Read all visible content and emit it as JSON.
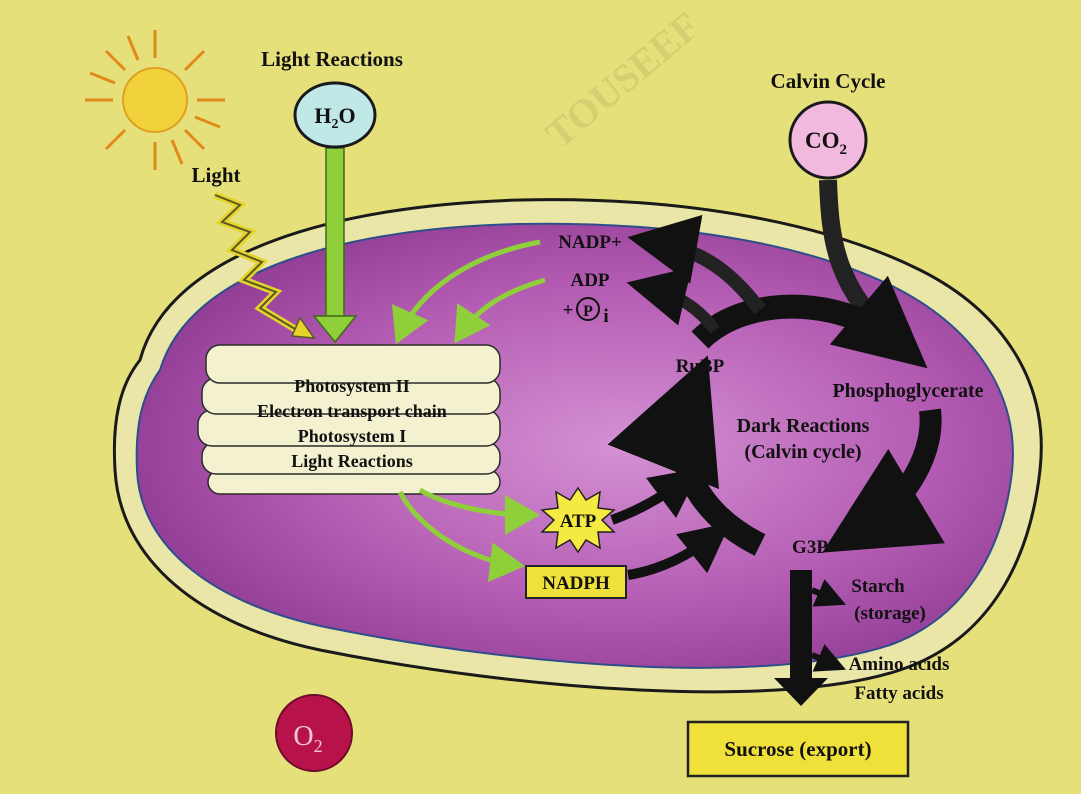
{
  "labels": {
    "light_reactions": "Light Reactions",
    "h2o_main": "H",
    "h2o_sub": "2",
    "h2o_tail": "O",
    "light": "Light",
    "calvin_cycle": "Calvin Cycle",
    "co2_main": "CO",
    "co2_sub": "2",
    "nadp_plus": "NADP+",
    "adp": "ADP",
    "pi_prefix": "+",
    "pi_circle": "P",
    "pi_suffix": "i",
    "rubp": "RuBP",
    "phosphoglycerate": "Phosphoglycerate",
    "dark_reactions_line1": "Dark Reactions",
    "dark_reactions_line2": "(Calvin cycle)",
    "thylakoid_line1": "Photosystem II",
    "thylakoid_line2": "Electron transport chain",
    "thylakoid_line3": "Photosystem I",
    "thylakoid_line4": "Light Reactions",
    "atp": "ATP",
    "nadph": "NADPH",
    "g3p": "G3P",
    "starch_line1": "Starch",
    "starch_line2": "(storage)",
    "amino_acids": "Amino acids",
    "fatty_acids": "Fatty acids",
    "o2_main": "O",
    "o2_sub": "2",
    "sucrose_export": "Sucrose (export)"
  },
  "colors": {
    "background": "#e6e07a",
    "chloroplast_fill": "#a84aa6",
    "chloroplast_inner": "#c27cc8",
    "membrane_stroke": "#1a1a1a",
    "green_arrow": "#8fcf3a",
    "dark_arrow": "#111111",
    "h2o_circle": "#bfe8e6",
    "co2_circle": "#f2b9de",
    "o2_circle": "#b8124a",
    "atp_star": "#f4ea42",
    "nadph_box": "#f0e13a",
    "sucrose_box": "#f0e13a",
    "sun": "#f2d23c",
    "thylakoid": "#f3f1cf"
  }
}
